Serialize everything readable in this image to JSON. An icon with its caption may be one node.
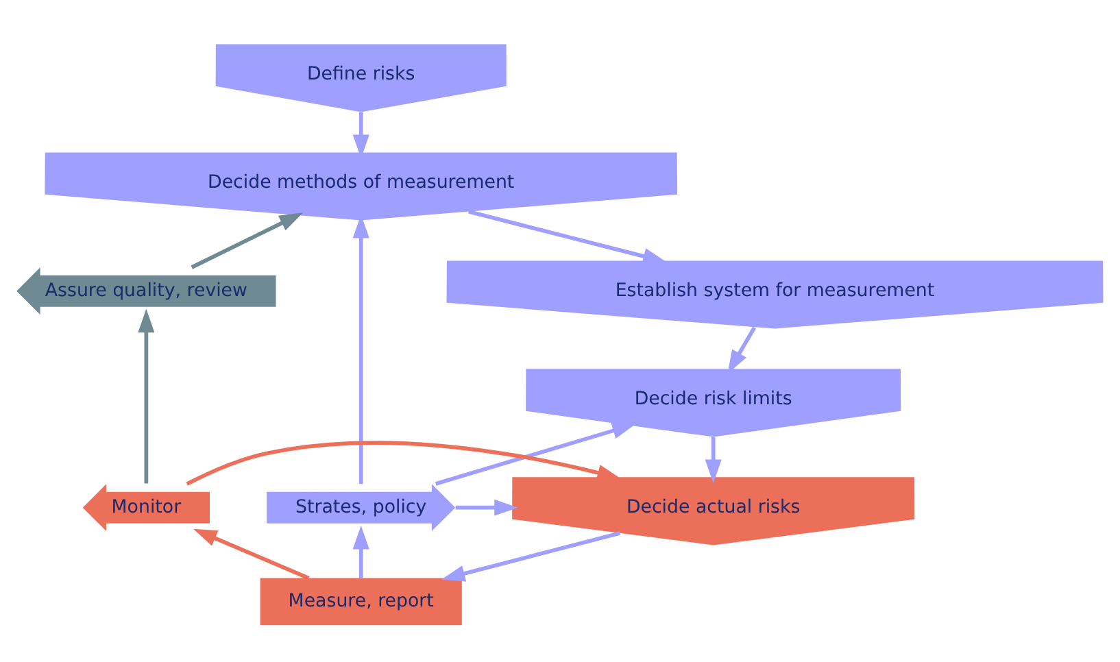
{
  "diagram": {
    "nodes": [
      {
        "text": [
          "Define risks"
        ]
      },
      {
        "text": [
          "Decide methods of measurement"
        ]
      },
      {
        "text": [
          "Establish system for measurement"
        ]
      },
      {
        "text": [
          "Decide risk limits"
        ]
      },
      {
        "text": [
          "Decide actual risks"
        ]
      },
      {
        "text": [
          "Measure, report"
        ]
      },
      {
        "text": [
          "Strates, policy"
        ]
      },
      {
        "text": [
          "Monitor"
        ]
      },
      {
        "text": [
          "Assure quality, review"
        ]
      }
    ],
    "edges": [
      {
        "from": 0,
        "to": 1,
        "arrow": "to"
      },
      {
        "from": 1,
        "to": 2,
        "arrow": "to"
      },
      {
        "from": 2,
        "to": 3,
        "arrow": "to"
      },
      {
        "from": 3,
        "to": 4,
        "arrow": "to"
      },
      {
        "from": 4,
        "to": 5,
        "arrow": "to"
      },
      {
        "from": 6,
        "to": 1,
        "arrow": "to"
      },
      {
        "from": 6,
        "to": 3,
        "arrow": "to"
      },
      {
        "from": 6,
        "to": 4,
        "arrow": "to"
      },
      {
        "from": 5,
        "to": 6,
        "arrow": "to"
      },
      {
        "from": 5,
        "to": 7,
        "arrow": "to",
        "color": "#ec6f5a"
      },
      {
        "from": 7,
        "to": 4,
        "arrow": "to",
        "color": "#ec6f5a"
      },
      {
        "from": 7,
        "to": 8,
        "arrow": "to",
        "color": "#6f8a93"
      },
      {
        "from": 8,
        "to": 1,
        "arrow": "to",
        "color": "#6f8a93"
      }
    ]
  }
}
